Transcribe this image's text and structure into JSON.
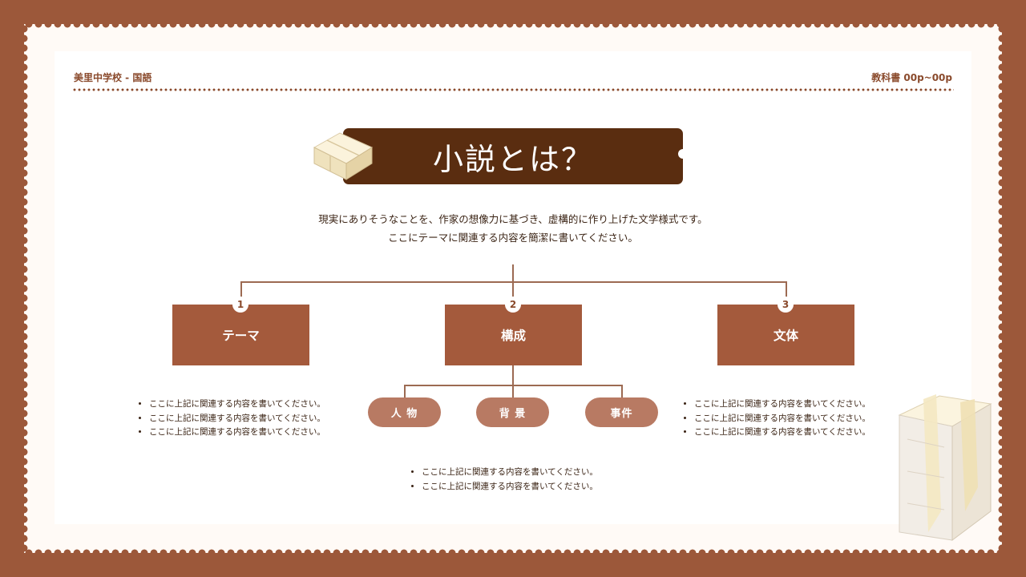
{
  "header": {
    "school": "美里中学校 - 国語",
    "pages": "教科書 00p~00p"
  },
  "title": "小説とは？",
  "intro": {
    "line1": "現実にありそうなことを、作家の想像力に基づき、虚構的に作り上げた文学様式です。",
    "line2": "ここにテーマに関連する内容を簡潔に書いてください。"
  },
  "boxes": [
    {
      "number": "1",
      "label": "テーマ"
    },
    {
      "number": "2",
      "label": "構成"
    },
    {
      "number": "3",
      "label": "文体"
    }
  ],
  "sub_items": [
    "人 物",
    "背 景",
    "事件"
  ],
  "bullets": {
    "left": [
      "ここに上記に関連する内容を書いてください。",
      "ここに上記に関連する内容を書いてください。",
      "ここに上記に関連する内容を書いてください。"
    ],
    "center": [
      "ここに上記に関連する内容を書いてください。",
      "ここに上記に関連する内容を書いてください。"
    ],
    "right": [
      "ここに上記に関連する内容を書いてください。",
      "ここに上記に関連する内容を書いてください。",
      "ここに上記に関連する内容を書いてください。"
    ]
  },
  "colors": {
    "frame": "#9c583a",
    "banner": "#5a2d10",
    "box": "#a45a3c",
    "pill": "#b87a63"
  },
  "icons": [
    "book-icon",
    "book-stack-icon"
  ]
}
